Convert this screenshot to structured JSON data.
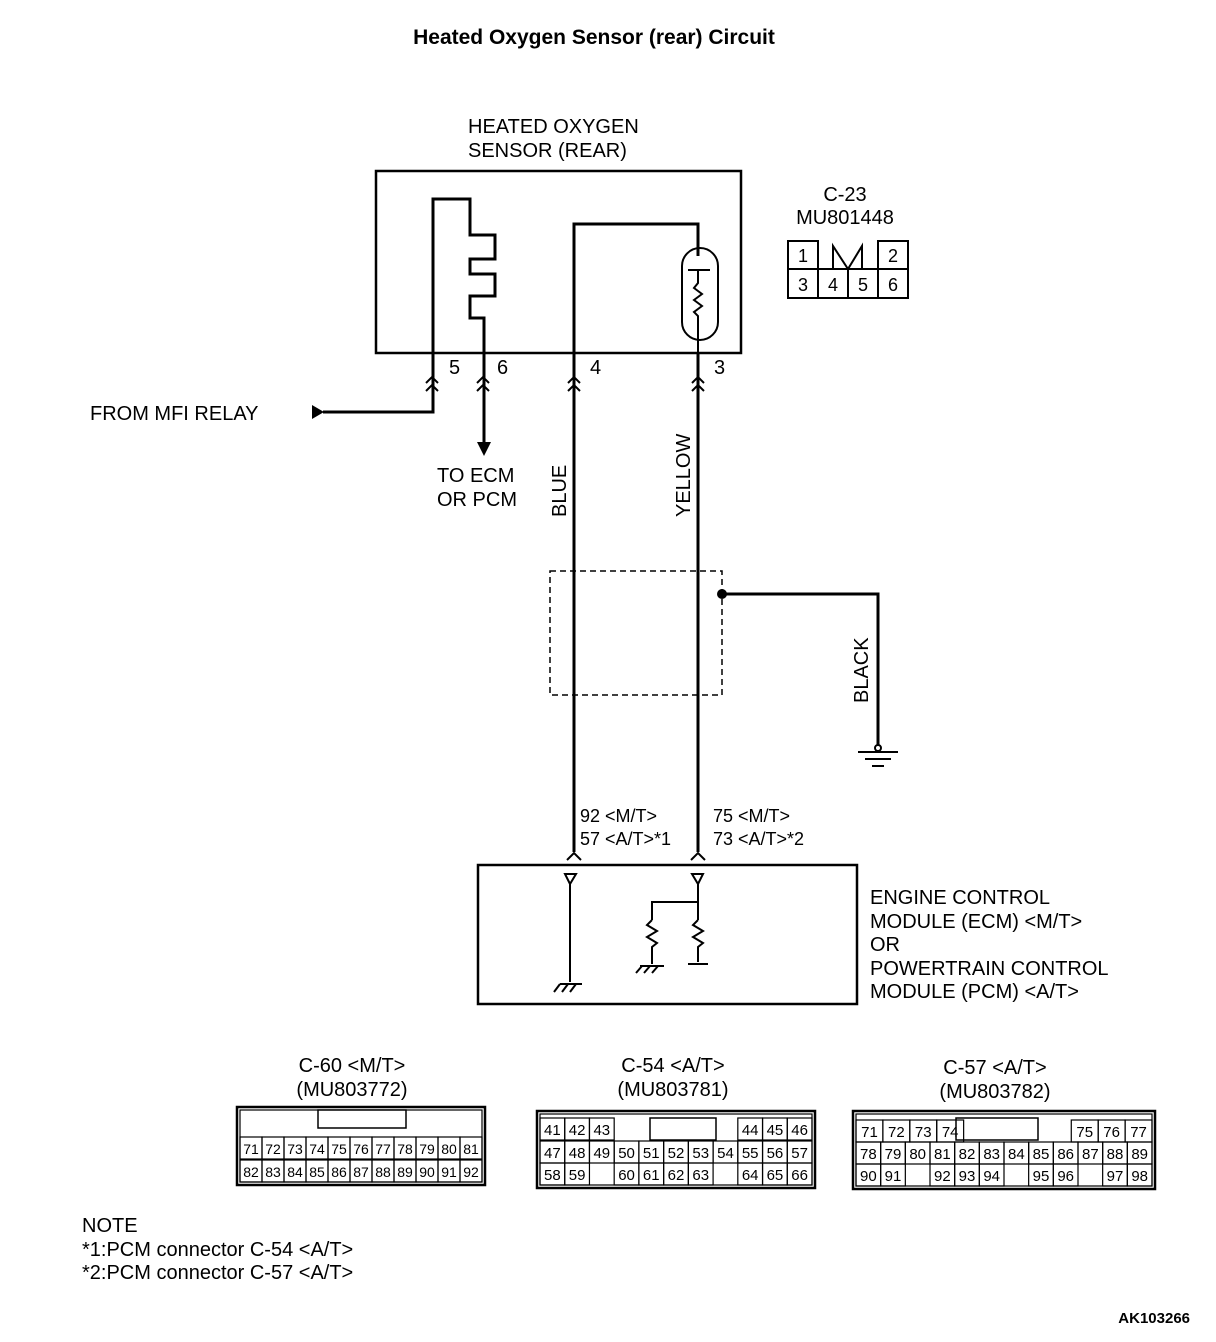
{
  "title": "Heated Oxygen Sensor (rear) Circuit",
  "sensor": {
    "label_line1": "HEATED OXYGEN",
    "label_line2": "SENSOR (REAR)"
  },
  "sensor_connector": {
    "id": "C-23",
    "part": "MU801448",
    "pins_top": [
      "1",
      "2"
    ],
    "pins_bottom": [
      "3",
      "4",
      "5",
      "6"
    ]
  },
  "terminals": {
    "t5": "5",
    "t6": "6",
    "t4": "4",
    "t3": "3"
  },
  "from_mfi": "FROM MFI RELAY",
  "to_ecm_line1": "TO ECM",
  "to_ecm_line2": "OR PCM",
  "wires": {
    "blue": "BLUE",
    "yellow": "YELLOW",
    "black": "BLACK"
  },
  "ecm_pins": {
    "left_line1": "92 <M/T>",
    "left_line2": "57 <A/T>*1",
    "right_line1": "75 <M/T>",
    "right_line2": "73 <A/T>*2"
  },
  "ecm_label": [
    "ENGINE CONTROL",
    "MODULE (ECM) <M/T>",
    "OR",
    "POWERTRAIN CONTROL",
    "MODULE (PCM) <A/T>"
  ],
  "connectors": [
    {
      "id": "C-60 <M/T>",
      "part": "(MU803772)",
      "row1": [
        "71",
        "72",
        "73",
        "74",
        "75",
        "76",
        "77",
        "78",
        "79",
        "80",
        "81"
      ],
      "row2": [
        "82",
        "83",
        "84",
        "85",
        "86",
        "87",
        "88",
        "89",
        "90",
        "91",
        "92"
      ]
    },
    {
      "id": "C-54 <A/T>",
      "part": "(MU803781)",
      "row1": [
        "41",
        "42",
        "43",
        "",
        "",
        "",
        "",
        "",
        "44",
        "45",
        "46"
      ],
      "row2": [
        "47",
        "48",
        "49",
        "50",
        "51",
        "52",
        "53",
        "54",
        "55",
        "56",
        "57"
      ],
      "row3": [
        "58",
        "59",
        "",
        "60",
        "61",
        "62",
        "63",
        "",
        "64",
        "65",
        "66"
      ]
    },
    {
      "id": "C-57 <A/T>",
      "part": "(MU803782)",
      "row1": [
        "71",
        "72",
        "73",
        "74",
        "",
        "",
        "",
        "",
        "75",
        "76",
        "77"
      ],
      "row2": [
        "78",
        "79",
        "80",
        "81",
        "82",
        "83",
        "84",
        "85",
        "86",
        "87",
        "88",
        "89"
      ],
      "row3": [
        "90",
        "91",
        "",
        "92",
        "93",
        "94",
        "",
        "95",
        "96",
        "",
        "97",
        "98"
      ]
    }
  ],
  "note": {
    "heading": "NOTE",
    "line1": "*1:PCM connector C-54 <A/T>",
    "line2": "*2:PCM connector C-57 <A/T>"
  },
  "code": "AK103266"
}
